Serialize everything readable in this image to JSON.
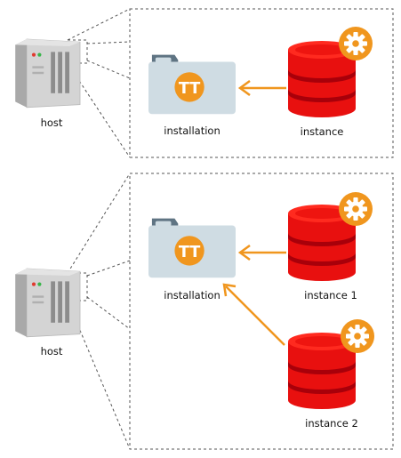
{
  "panels": [
    {
      "host_label": "host",
      "installation_label": "installation",
      "installation_badge": "TT",
      "instances": [
        {
          "label": "instance"
        }
      ]
    },
    {
      "host_label": "host",
      "installation_label": "installation",
      "installation_badge": "TT",
      "instances": [
        {
          "label": "instance 1"
        },
        {
          "label": "instance 2"
        }
      ]
    }
  ],
  "colors": {
    "dash": "#555555",
    "arrow": "#f0961e",
    "gear_badge": "#f0961e",
    "db_red": "#e8100f",
    "db_dark": "#a8000a",
    "folder": "#cfdce3",
    "folder_tab": "#5f7483",
    "tt_badge": "#f0961e",
    "host_body": "#cccccc"
  },
  "icons": [
    "server-icon",
    "folder-icon",
    "database-icon",
    "gear-icon",
    "arrow-icon"
  ]
}
